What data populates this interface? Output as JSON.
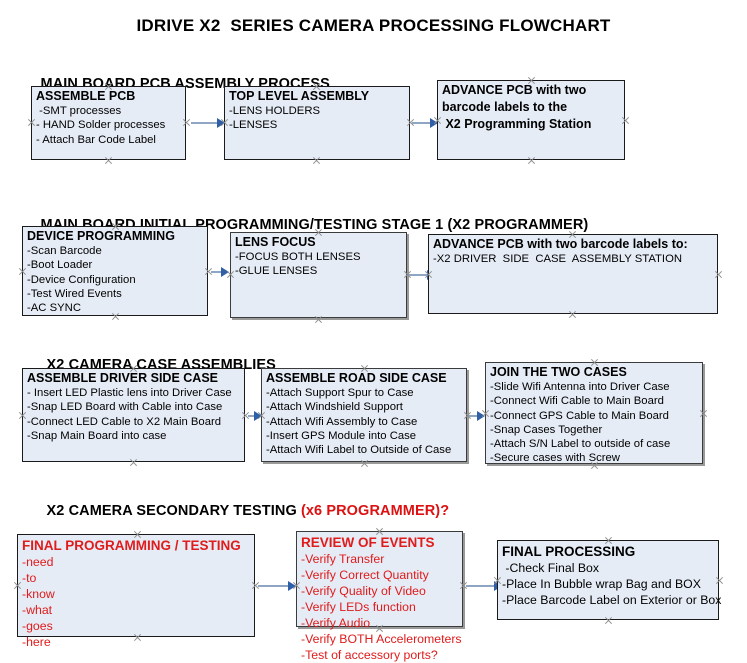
{
  "title": "IDRIVE X2  SERIES CAMERA PROCESSING FLOWCHART",
  "colors": {
    "box_fill": "#e6ecf6",
    "box_border": "#1a1a1a",
    "connector": "#8ea6c4",
    "arrow": "#2f5fa8",
    "accent_red": "#e01b1b",
    "text": "#000000"
  },
  "sections": [
    {
      "heading": "MAIN BOARD PCB ASSEMBLY PROCESS",
      "heading_accent": "",
      "boxes": [
        {
          "title": "ASSEMBLE PCB",
          "lines": [
            " -SMT processes",
            "- HAND Solder processes",
            "- Attach Bar Code Label"
          ]
        },
        {
          "title": "TOP LEVEL ASSEMBLY",
          "lines": [
            "-LENS HOLDERS",
            "-LENSES"
          ]
        },
        {
          "title": "ADVANCE PCB with two",
          "lines": [
            "barcode labels to the",
            " X2 Programming Station"
          ]
        }
      ]
    },
    {
      "heading": "MAIN BOARD INITIAL PROGRAMMING/TESTING STAGE 1 (X2 PROGRAMMER)",
      "heading_accent": "",
      "boxes": [
        {
          "title": "DEVICE PROGRAMMING",
          "lines": [
            "-Scan Barcode",
            "-Boot Loader",
            "-Device Configuration",
            "-Test Wired Events",
            "-AC SYNC"
          ]
        },
        {
          "title": "LENS FOCUS",
          "lines": [
            "-FOCUS BOTH LENSES",
            "-GLUE LENSES"
          ]
        },
        {
          "title": "ADVANCE PCB with two barcode labels to:",
          "lines": [
            "-X2 DRIVER  SIDE  CASE  ASSEMBLY STATION"
          ]
        }
      ]
    },
    {
      "heading": "X2 CAMERA CASE ASSEMBLIES",
      "heading_accent": "",
      "boxes": [
        {
          "title": "ASSEMBLE DRIVER SIDE CASE",
          "lines": [
            "- Insert LED Plastic lens into Driver Case",
            "-Snap LED Board with Cable into Case",
            "-Connect LED Cable to X2 Main Board",
            "-Snap Main Board into case"
          ]
        },
        {
          "title": "ASSEMBLE ROAD SIDE CASE",
          "lines": [
            "-Attach Support Spur to Case",
            "-Attach Windshield Support",
            "-Attach Wifi Assembly to Case",
            "-Insert GPS Module into Case",
            "-Attach Wifi Label to Outside of Case"
          ]
        },
        {
          "title": "JOIN THE TWO CASES",
          "lines": [
            "-Slide Wifi Antenna into Driver Case",
            "-Connect Wifi Cable to Main Board",
            "-Connect GPS Cable to Main Board",
            "-Snap Cases Together",
            "-Attach S/N Label to outside of case",
            "-Secure cases with Screw"
          ]
        }
      ]
    },
    {
      "heading": "X2 CAMERA SECONDARY TESTING ",
      "heading_accent": "(x6 PROGRAMMER)?",
      "boxes": [
        {
          "title": "FINAL PROGRAMMING / TESTING",
          "lines": [
            "-need",
            "-to",
            "-know",
            "-what",
            "-goes",
            "-here"
          ]
        },
        {
          "title": "REVIEW OF EVENTS",
          "lines": [
            "-Verify Transfer",
            "-Verify Correct Quantity",
            "-Verify Quality of Video",
            "-Verify LEDs function",
            "-Verify Audio",
            "-Verify BOTH Accelerometers",
            "-Test of accessory ports?"
          ]
        },
        {
          "title": "FINAL PROCESSING",
          "lines": [
            " -Check Final Box",
            "-Place In Bubble wrap Bag and BOX",
            "-Place Barcode Label on Exterior or Box"
          ]
        }
      ]
    }
  ]
}
